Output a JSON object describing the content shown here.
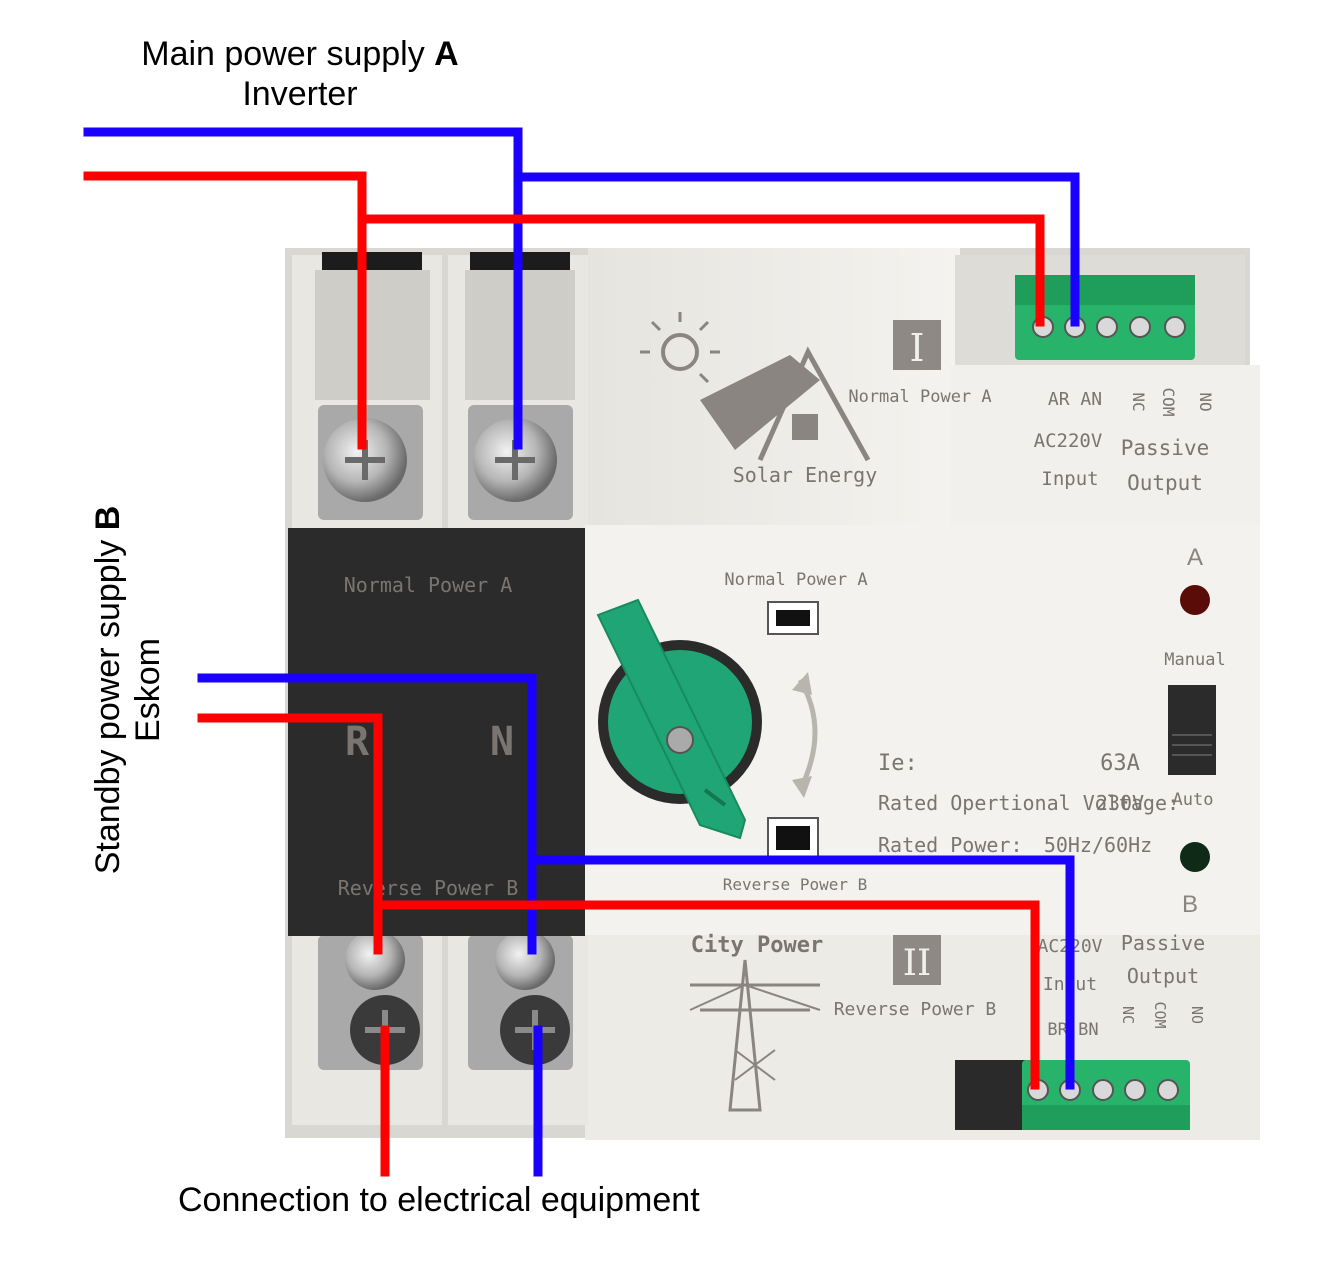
{
  "captions": {
    "main_supply_prefix": "Main power supply ",
    "main_supply_letter": "A",
    "main_supply_sub": "Inverter",
    "standby_supply_prefix": "Standby power supply ",
    "standby_supply_letter": "B",
    "standby_supply_sub": "Eskom",
    "output_connection": "Connection to electrical equipment"
  },
  "device": {
    "upper": {
      "roman": "I",
      "source_label": "Normal Power A",
      "logo_text": "Solar Energy",
      "terminal_pair": "AR AN",
      "voltage": "AC220V",
      "input": "Input",
      "passive": "Passive",
      "output": "Output",
      "nc": "NC",
      "com": "COM",
      "no": "NO"
    },
    "middle": {
      "left_block_top": "Normal Power A",
      "left_block_bottom": "Reverse Power B",
      "left_block_r": "R",
      "left_block_n": "N",
      "window_top": "Normal Power A",
      "window_bottom": "Reverse Power B",
      "ie_label": "Ie:",
      "ie_value": "63A",
      "voltage_label": "Rated Opertional Voltage:",
      "voltage_value": "230V",
      "power_label": "Rated Power:",
      "power_value": "50Hz/60Hz",
      "led_a": "A",
      "led_b": "B",
      "manual": "Manual",
      "auto": "Auto"
    },
    "lower": {
      "roman": "II",
      "source_label": "Reverse Power B",
      "logo_text": "City Power",
      "voltage": "AC220V",
      "input": "Input",
      "terminal_pair": "BR BN",
      "passive": "Passive",
      "output": "Output",
      "nc": "NC",
      "com": "COM",
      "no": "NO"
    }
  },
  "colors": {
    "live_wire": "#ff0000",
    "neutral_wire": "#1a00ff",
    "terminal_block": "#27b46a",
    "knob": "#20a676",
    "led_a": "#5a0c08",
    "led_b": "#0f2a16"
  }
}
